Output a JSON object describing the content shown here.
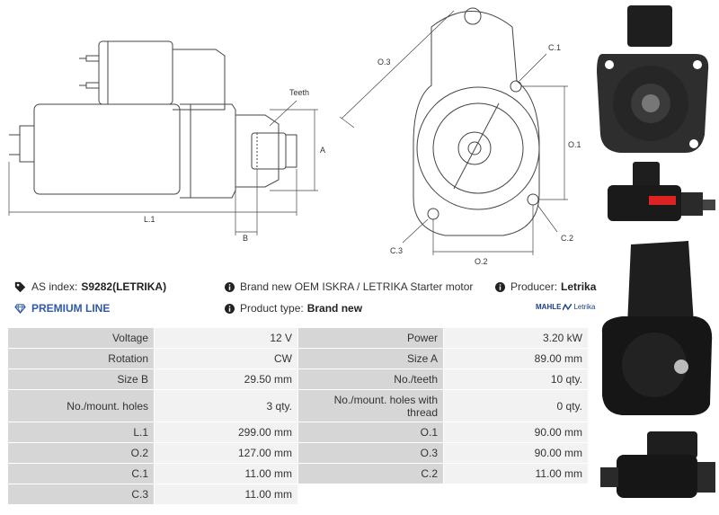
{
  "drawing": {
    "side_labels": {
      "teeth": "Teeth",
      "a": "A",
      "b": "B",
      "l1": "L.1"
    },
    "front_labels": {
      "o3": "O.3",
      "c1": "C.1",
      "o1": "O.1",
      "c3": "C.3",
      "c2": "C.2",
      "o2": "O.2"
    }
  },
  "info": {
    "as_index_label": "AS index:",
    "as_index_value": "S9282(LETRIKA)",
    "description": "Brand new OEM ISKRA / LETRIKA Starter motor",
    "producer_label": "Producer:",
    "producer_value": "Letrika",
    "premium": "PREMIUM LINE",
    "product_type_label": "Product type:",
    "product_type_value": "Brand new",
    "logo_text": "MAHLE",
    "logo_sub": "Letrika"
  },
  "specs": [
    {
      "k1": "Voltage",
      "v1": "12 V",
      "k2": "Power",
      "v2": "3.20 kW"
    },
    {
      "k1": "Rotation",
      "v1": "CW",
      "k2": "Size A",
      "v2": "89.00 mm"
    },
    {
      "k1": "Size B",
      "v1": "29.50 mm",
      "k2": "No./teeth",
      "v2": "10 qty."
    },
    {
      "k1": "No./mount. holes",
      "v1": "3 qty.",
      "k2": "No./mount. holes with thread",
      "v2": "0 qty."
    },
    {
      "k1": "L.1",
      "v1": "299.00 mm",
      "k2": "O.1",
      "v2": "90.00 mm"
    },
    {
      "k1": "O.2",
      "v1": "127.00 mm",
      "k2": "O.3",
      "v2": "90.00 mm"
    },
    {
      "k1": "C.1",
      "v1": "11.00 mm",
      "k2": "C.2",
      "v2": "11.00 mm"
    },
    {
      "k1": "C.3",
      "v1": "11.00 mm",
      "k2": "",
      "v2": ""
    }
  ],
  "colors": {
    "header_cell": "#d6d6d6",
    "value_cell": "#f2f2f2",
    "premium": "#2f5aa8",
    "photo_dark": "#1e1e1e"
  },
  "icons": [
    "tag-icon",
    "info-icon",
    "diamond-icon"
  ]
}
